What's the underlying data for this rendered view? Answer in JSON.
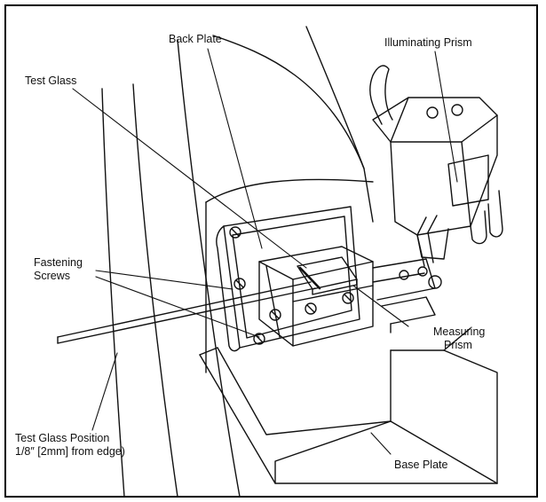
{
  "figure": {
    "labels": {
      "back_plate": "Back Plate",
      "illuminating_prism": "Illuminating Prism",
      "test_glass": "Test Glass",
      "fastening_screws_line1": "Fastening",
      "fastening_screws_line2": "Screws",
      "measuring_prism_line1": "Measuring",
      "measuring_prism_line2": "Prism",
      "test_glass_position_line1": "Test Glass Position",
      "test_glass_position_line2": "1/8″ [2mm] from edge)",
      "base_plate": "Base Plate"
    },
    "colors": {
      "ink": "#111111",
      "paper": "#ffffff"
    }
  }
}
